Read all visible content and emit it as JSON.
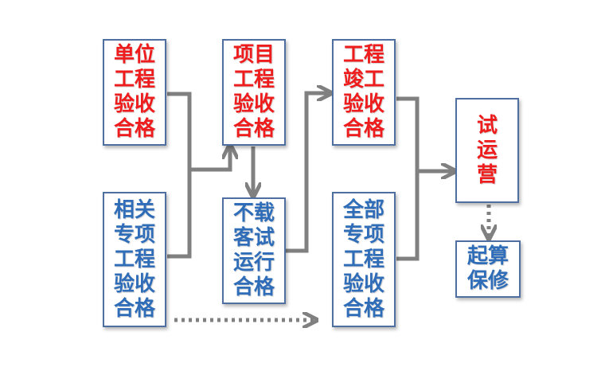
{
  "boxes": {
    "unit_acceptance": "单位\n工程\n验收\n合格",
    "project_acceptance": "项目\n工程\n验收\n合格",
    "completion_acceptance": "工程\n竣工\n验收\n合格",
    "trial_operation": "试\n运\n营",
    "related_special_acceptance": "相关\n专项\n工程\n验收\n合格",
    "no_load_trial": "不载\n客试\n运行\n合格",
    "all_special_acceptance": "全部\n专项\n工程\n验收\n合格",
    "start_warranty": "起算\n保修"
  },
  "colors": {
    "red_text": "#ee1c1c",
    "blue_text": "#2f6db8",
    "box_border": "#4f6fa3",
    "arrow": "#808080"
  }
}
